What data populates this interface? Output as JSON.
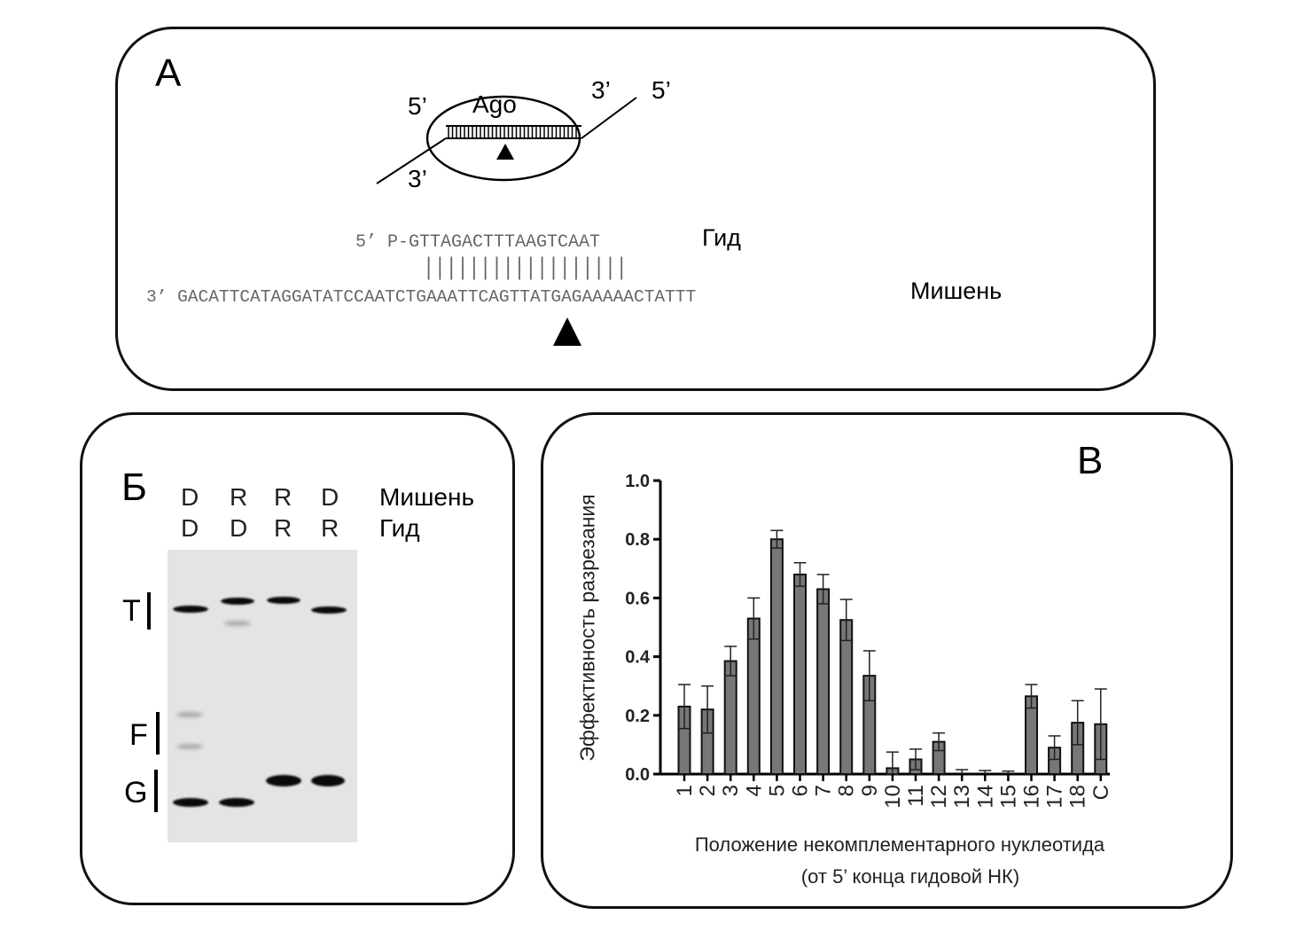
{
  "panel_a": {
    "label": "А",
    "ago": "Ago",
    "guide_5p": "5’",
    "guide_3p": "3’",
    "target_3p": "3’",
    "target_5p": "5’",
    "guide_seq": "5’ P-GTTAGACTTTAAGTCAAT",
    "guide_label": "Гид",
    "pairing": "||||||||||||||||||",
    "target_seq": "3’ GACATTCATAGGATATCCAATCTGAAATTCAGTTATGAGAAAAACTATTT",
    "target_label": "Мишень"
  },
  "panel_b": {
    "label": "Б",
    "lanes_target": [
      "D",
      "R",
      "R",
      "D"
    ],
    "lanes_guide": [
      "D",
      "D",
      "R",
      "R"
    ],
    "row_target": "Мишень",
    "row_guide": "Гид",
    "markers": [
      "T",
      "F",
      "G"
    ]
  },
  "panel_c": {
    "label": "В"
  },
  "chart_data": {
    "type": "bar",
    "title": "",
    "xlabel": "Положение некомплементарного нуклеотида",
    "xlabel2": "(от 5’ конца гидовой НК)",
    "ylabel": "Эффективность разрезания",
    "ylim": [
      0,
      1.0
    ],
    "yticks": [
      "0.0",
      "0.2",
      "0.4",
      "0.6",
      "0.8",
      "1.0"
    ],
    "categories": [
      "1",
      "2",
      "3",
      "4",
      "5",
      "6",
      "7",
      "8",
      "9",
      "10",
      "11",
      "12",
      "13",
      "14",
      "15",
      "16",
      "17",
      "18",
      "C"
    ],
    "values": [
      0.23,
      0.22,
      0.385,
      0.53,
      0.8,
      0.68,
      0.63,
      0.525,
      0.335,
      0.02,
      0.05,
      0.11,
      0.0,
      0.0,
      0.0,
      0.265,
      0.09,
      0.175,
      0.17
    ],
    "errors": [
      0.075,
      0.08,
      0.05,
      0.07,
      0.03,
      0.04,
      0.05,
      0.07,
      0.085,
      0.055,
      0.035,
      0.03,
      0.015,
      0.012,
      0.01,
      0.04,
      0.04,
      0.075,
      0.12
    ]
  }
}
